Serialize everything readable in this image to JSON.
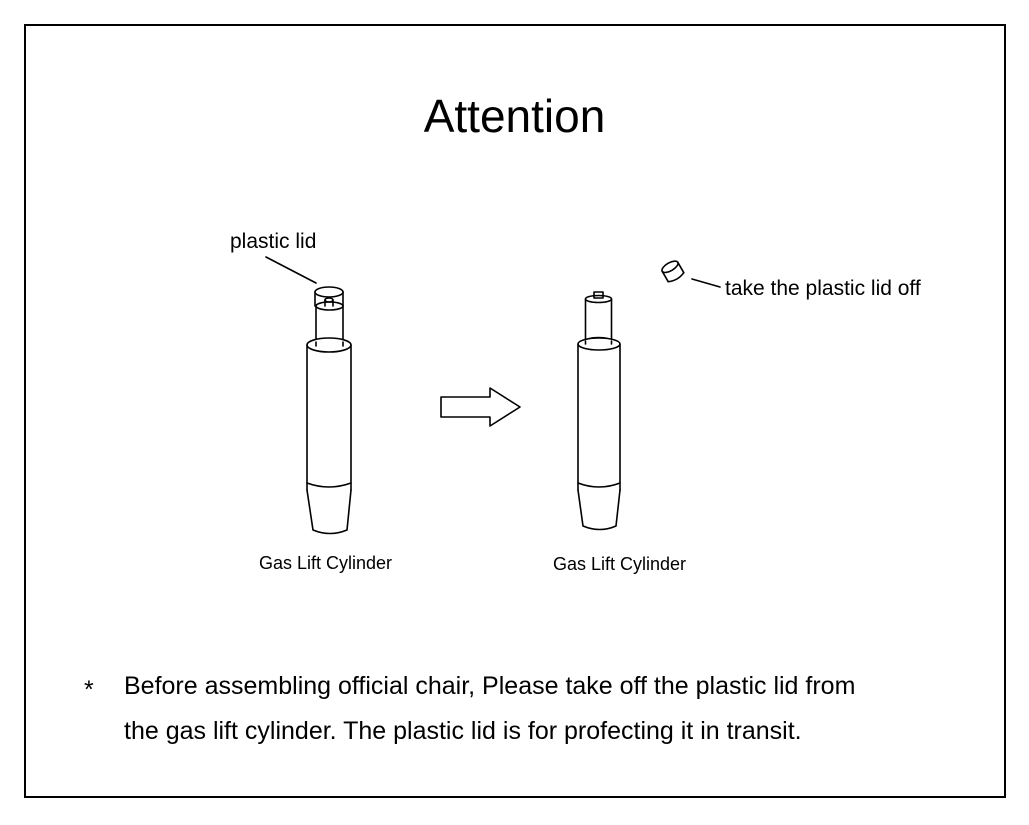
{
  "title": "Attention",
  "labels": {
    "plastic_lid": "plastic lid",
    "take_off": "take the plastic lid off"
  },
  "captions": {
    "before": "Gas Lift Cylinder",
    "after": "Gas Lift Cylinder"
  },
  "note": {
    "bullet": "*",
    "line1": "Before assembling official chair, Please take off the plastic lid from",
    "line2": "the gas lift cylinder.  The plastic lid is for profecting it  in transit."
  },
  "colors": {
    "stroke": "#000000",
    "background": "#ffffff"
  }
}
